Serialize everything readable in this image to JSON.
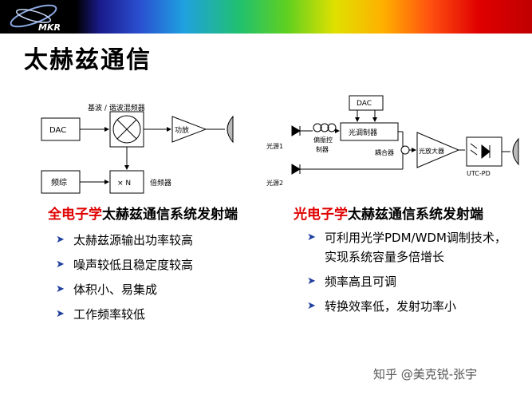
{
  "header": {
    "logo_text": "MKR"
  },
  "title": "太赫兹通信",
  "left_diagram": {
    "mixer_label": "基波 / 谐波混频器",
    "dac": "DAC",
    "amp": "功放",
    "synth": "频综",
    "mult": "× N",
    "mult_label": "倍频器"
  },
  "right_diagram": {
    "dac": "DAC",
    "laser1": "光源1",
    "laser2": "光源2",
    "polarizer_line1": "偏振控",
    "polarizer_line2": "制器",
    "modulator": "光调制器",
    "coupler": "耦合器",
    "amplifier": "光放大器",
    "photodiode": "UTC-PD"
  },
  "left_section": {
    "heading_highlight": "全电子学",
    "heading_rest": "太赫兹通信系统发射端",
    "items": [
      "太赫兹源输出功率较高",
      "噪声较低且稳定度较高",
      "体积小、易集成",
      "工作频率较低"
    ]
  },
  "right_section": {
    "heading_highlight": "光电子学",
    "heading_rest": "太赫兹通信系统发射端",
    "items": [
      "可利用光学PDM/WDM调制技术，实现系统容量多倍增长",
      "频率高且可调",
      "转换效率低，发射功率小"
    ]
  },
  "watermark": "知乎 @美克锐-张宇",
  "colors": {
    "accent_red": "#e00000",
    "bullet_blue": "#1f3f9f"
  }
}
